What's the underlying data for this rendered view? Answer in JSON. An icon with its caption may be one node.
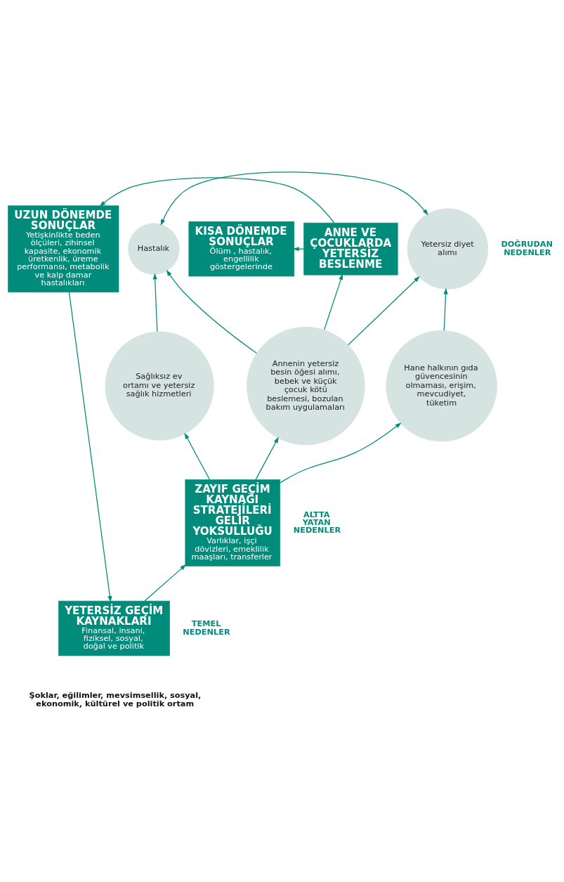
{
  "diagram": {
    "nodes": [
      {
        "text": [
          "KISA DÖNEMDE SONUÇLAR",
          "Ölüm , hastalık, engellilik göstergelerinde"
        ]
      },
      {
        "text": [
          "ANNE VE ÇOCUKLARDA YETERSİZ BESLENME"
        ]
      },
      {
        "text": [
          "UZUN DÖNEMDE SONUÇLAR",
          "Yetişkinlikte beden ölçüleri, zihinsel kapasite, ekonomik üretkenlik, üreme performansı, metabolik  ve kalp damar hastalıkları"
        ]
      },
      {
        "text": [
          "Hastalık"
        ]
      },
      {
        "text": [
          "Yetersiz diyet alımı"
        ]
      },
      {
        "text": [
          "Sağlıksız ev ortamı ve yetersiz sağlık hizmetleri"
        ]
      },
      {
        "text": [
          "Annenin yetersiz besin öğesi alımı, bebek ve küçük çocuk kötü beslemesi, bozulan bakım uygulamaları"
        ]
      },
      {
        "text": [
          "Hane halkının gıda güvencesinin olmaması, erişim, mevcudiyet, tüketim"
        ]
      },
      {
        "text": [
          "ZAYIF GEÇİM KAYNAĞI STRATEJİLERİ GELİR YOKSULLUĞU",
          "Varlıklar, işçi dövizleri, emeklilik maaşları, transferler"
        ]
      },
      {
        "text": [
          "YETERSİZ GEÇİM KAYNAKLARI",
          "Finansal, insani, fiziksel, sosyal, doğal ve politik"
        ]
      }
    ],
    "edges": [
      {
        "from": 1,
        "to": 0,
        "arrow": "to"
      },
      {
        "from": 1,
        "to": 2,
        "arrow": "to"
      },
      {
        "from": 6,
        "to": 1,
        "arrow": "to"
      },
      {
        "from": 6,
        "to": 3,
        "arrow": "to"
      },
      {
        "from": 6,
        "to": 4,
        "arrow": "to"
      },
      {
        "from": 3,
        "to": 4,
        "arrow": "both"
      },
      {
        "from": 5,
        "to": 3,
        "arrow": "to"
      },
      {
        "from": 7,
        "to": 4,
        "arrow": "to"
      },
      {
        "from": 8,
        "to": 5,
        "arrow": "to"
      },
      {
        "from": 8,
        "to": 6,
        "arrow": "to"
      },
      {
        "from": 8,
        "to": 7,
        "arrow": "to"
      },
      {
        "from": 9,
        "to": 8,
        "arrow": "to"
      },
      {
        "from": 2,
        "to": 9,
        "arrow": "to"
      }
    ],
    "labels": [
      "DOĞRUDAN NEDENLER",
      "ALTTA YATAN NEDENLER",
      "TEMEL NEDENLER",
      "Şoklar, eğilimler, mevsimsellik, sosyal, ekonomik, kültürel ve politik ortam"
    ]
  }
}
